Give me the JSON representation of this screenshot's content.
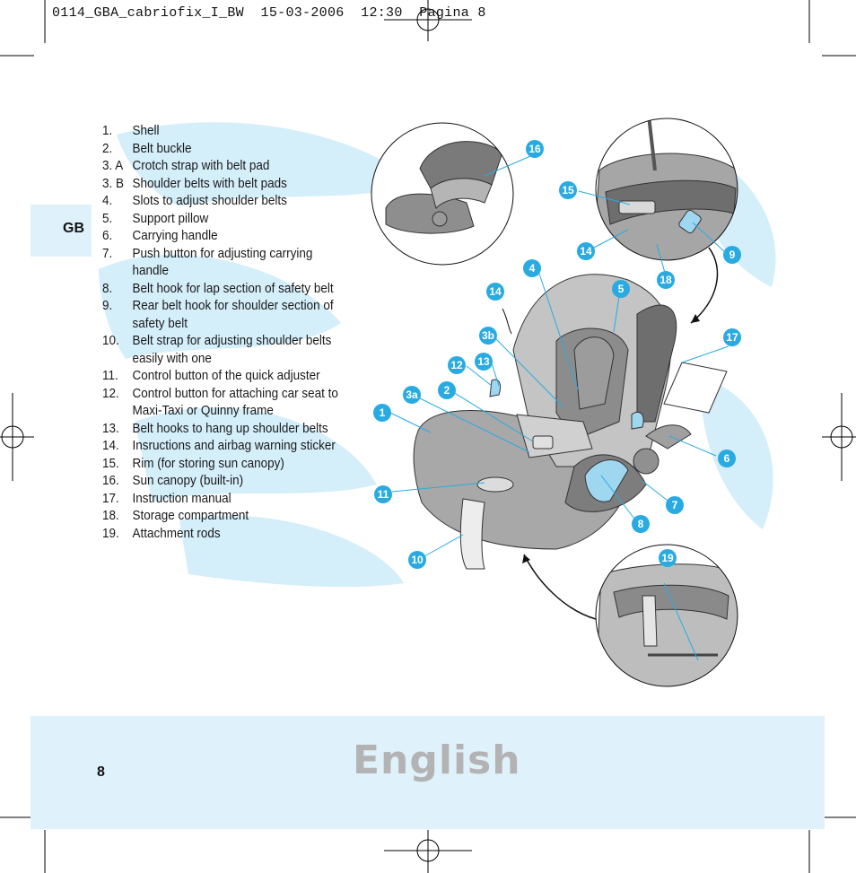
{
  "print_header": "0114_GBA_cabriofix_I_BW  15-03-2006  12:30  Pagina 8",
  "language_tab": "GB",
  "parts": [
    {
      "num": "1.",
      "text": "Shell"
    },
    {
      "num": "2.",
      "text": "Belt buckle"
    },
    {
      "num": "3. A",
      "text": "Crotch strap with belt pad"
    },
    {
      "num": "3. B",
      "text": "Shoulder belts with belt pads"
    },
    {
      "num": "4.",
      "text": "Slots to adjust shoulder belts"
    },
    {
      "num": "5.",
      "text": "Support pillow"
    },
    {
      "num": "6.",
      "text": "Carrying handle"
    },
    {
      "num": "7.",
      "text": "Push button for adjusting carrying handle"
    },
    {
      "num": "8.",
      "text": "Belt hook for lap section of safety belt"
    },
    {
      "num": "9.",
      "text": "Rear belt hook for shoulder section of safety belt"
    },
    {
      "num": "10.",
      "text": "Belt strap for adjusting shoulder belts easily with one"
    },
    {
      "num": "11.",
      "text": "Control button of the quick adjuster"
    },
    {
      "num": "12.",
      "text": "Control button for attaching car seat to Maxi-Taxi or Quinny frame"
    },
    {
      "num": "13.",
      "text": "Belt hooks to hang up shoulder belts"
    },
    {
      "num": "14.",
      "text": "Insructions and airbag warning sticker"
    },
    {
      "num": "15.",
      "text": "Rim (for storing sun canopy)"
    },
    {
      "num": "16.",
      "text": "Sun canopy (built-in)"
    },
    {
      "num": "17.",
      "text": "Instruction manual"
    },
    {
      "num": "18.",
      "text": "Storage compartment"
    },
    {
      "num": "19.",
      "text": "Attachment rods"
    }
  ],
  "callouts": {
    "c1": "1",
    "c2": "2",
    "c3a": "3a",
    "c3b": "3b",
    "c4": "4",
    "c5": "5",
    "c6": "6",
    "c7": "7",
    "c8": "8",
    "c9": "9",
    "c10": "10",
    "c11": "11",
    "c12": "12",
    "c13": "13",
    "c14a": "14",
    "c14b": "14",
    "c15": "15",
    "c16": "16",
    "c17": "17",
    "c18": "18",
    "c19": "19"
  },
  "page_number": "8",
  "language_title": "English",
  "colors": {
    "accent_blue": "#29abe2",
    "light_blue_band": "#dff2fb",
    "watermark_blue": "#d4eefa",
    "title_gray": "#b3b3b3"
  }
}
